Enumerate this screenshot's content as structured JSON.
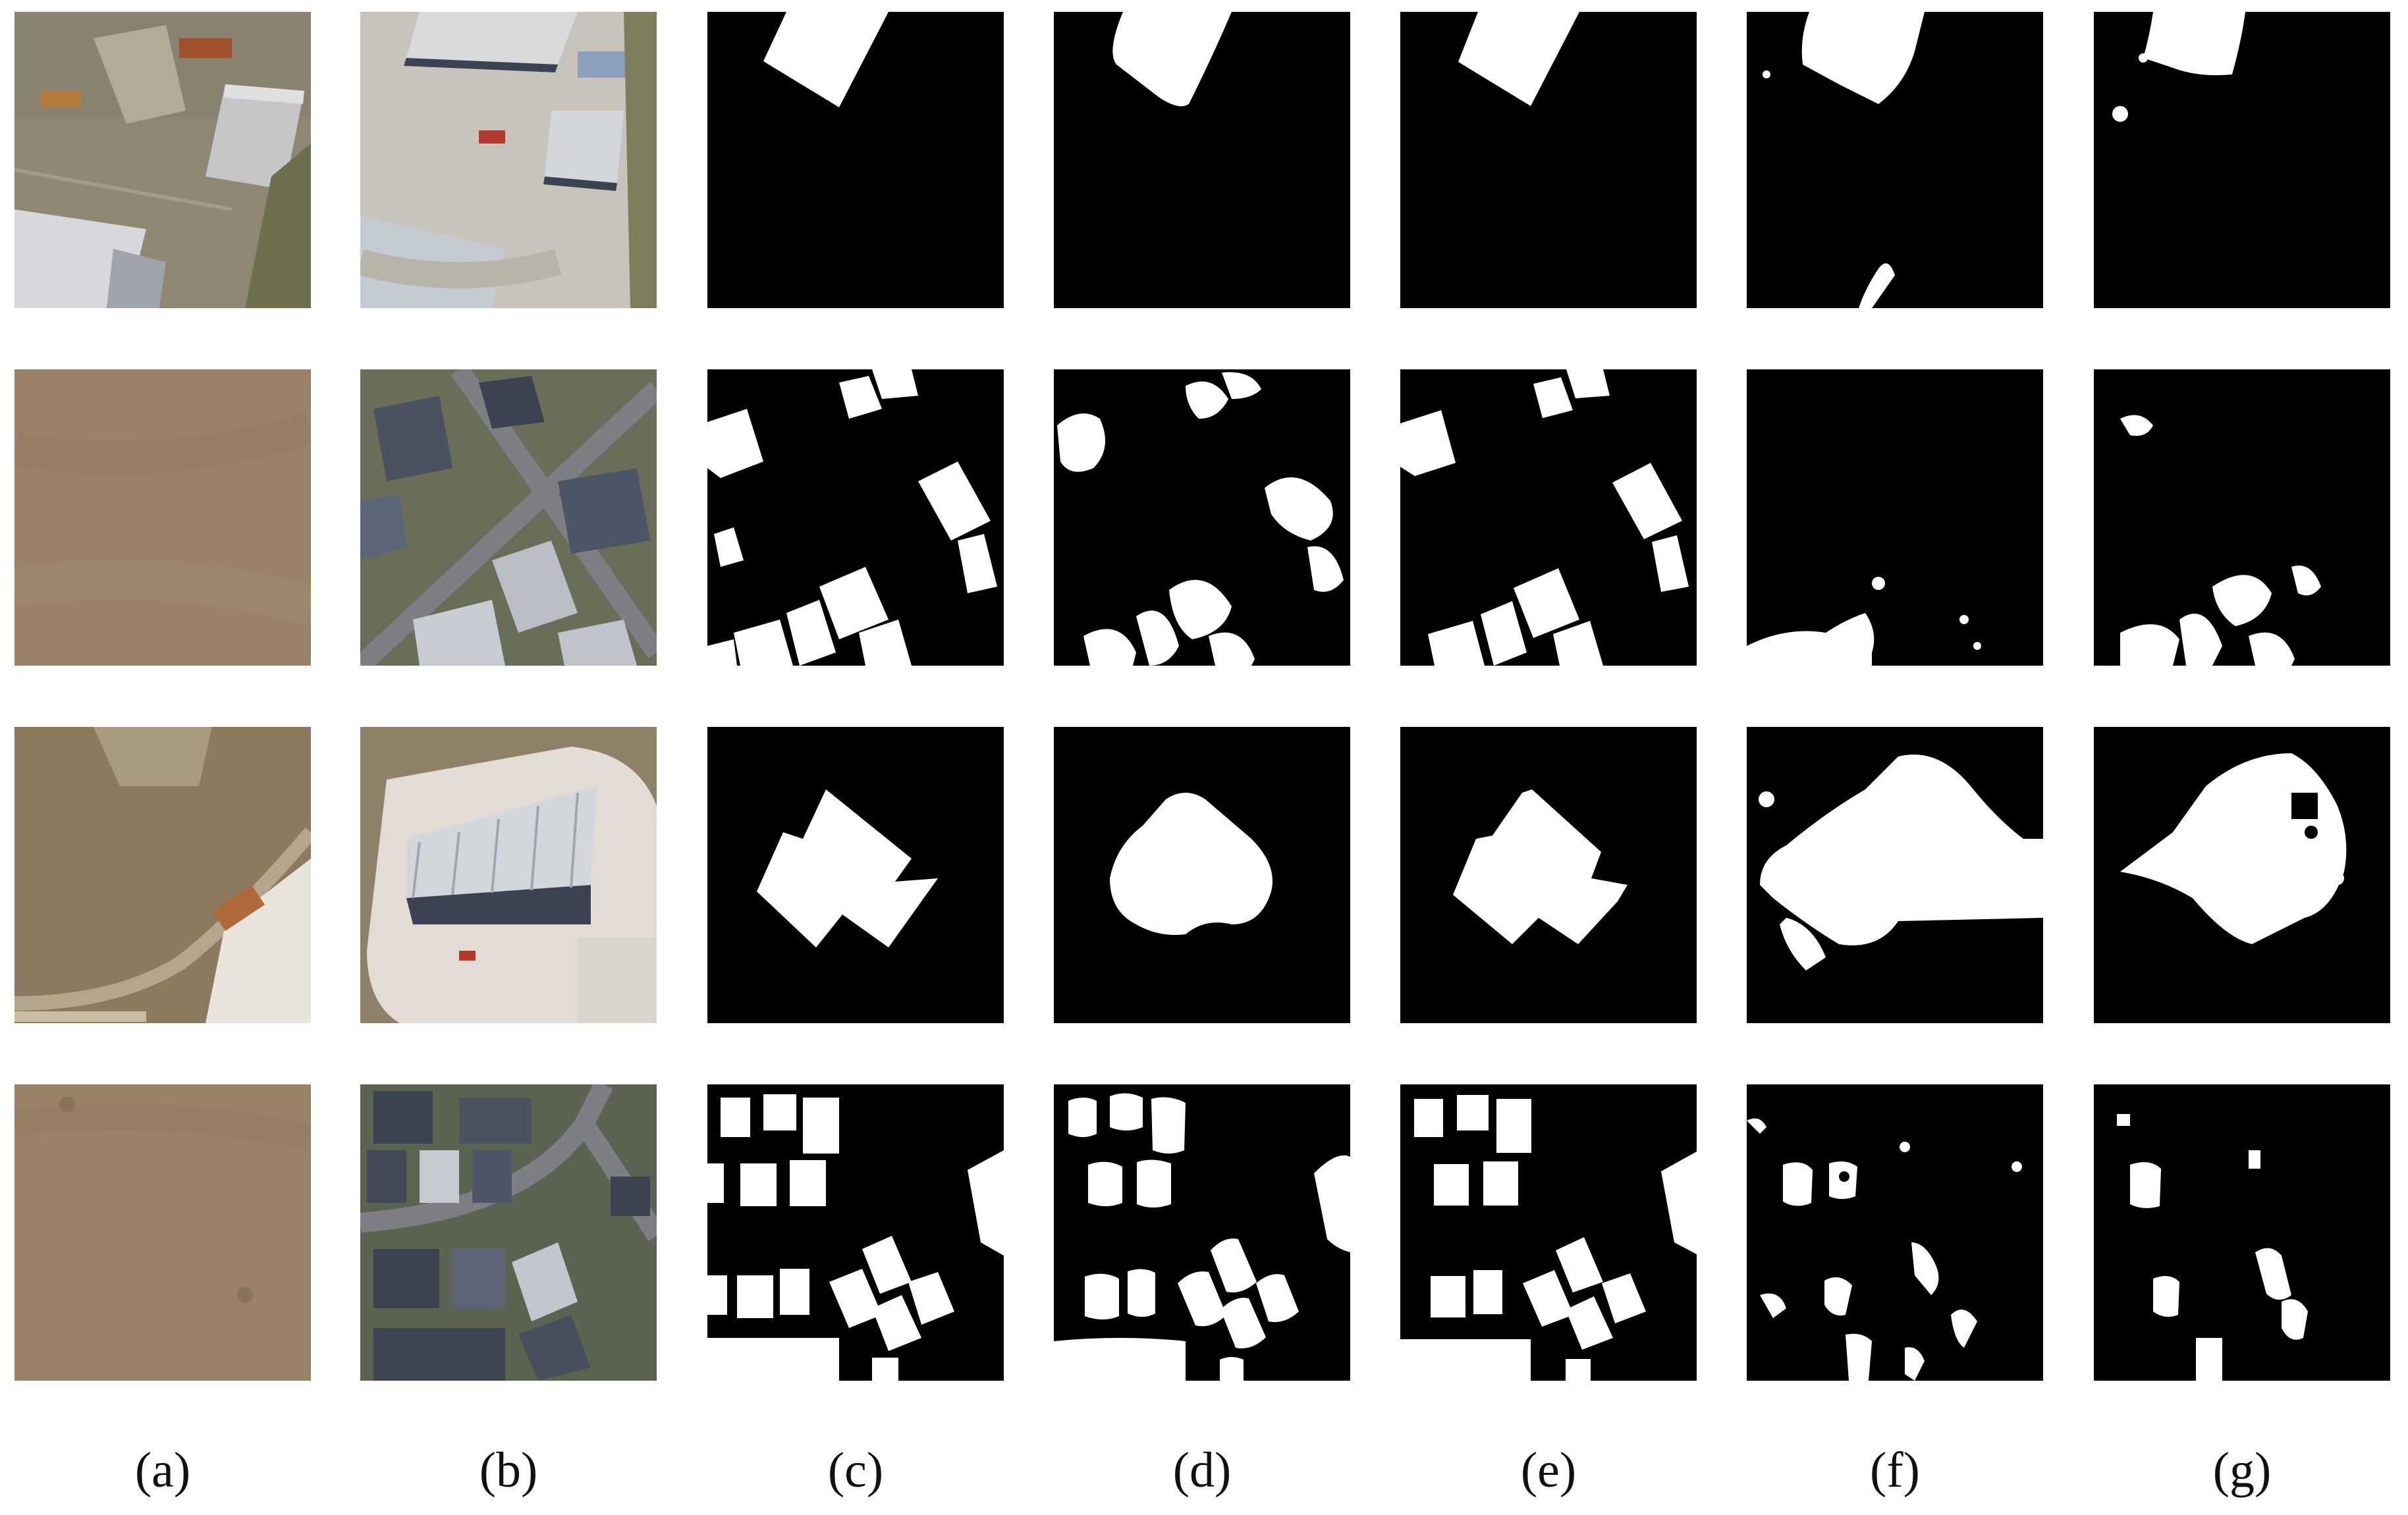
{
  "figure": {
    "column_labels": [
      "(a)",
      "(b)",
      "(c)",
      "(d)",
      "(e)",
      "(f)",
      "(g)"
    ]
  },
  "colors": {
    "background": "#ffffff",
    "mask_background": "#000000",
    "mask_foreground": "#ffffff",
    "terrain_dry_grass": "#9a8266",
    "terrain_site_gravel": "#8f8673",
    "roof_grey": "#c8c8c8",
    "roof_dark": "#3c4250",
    "road": "#7d7f84"
  }
}
